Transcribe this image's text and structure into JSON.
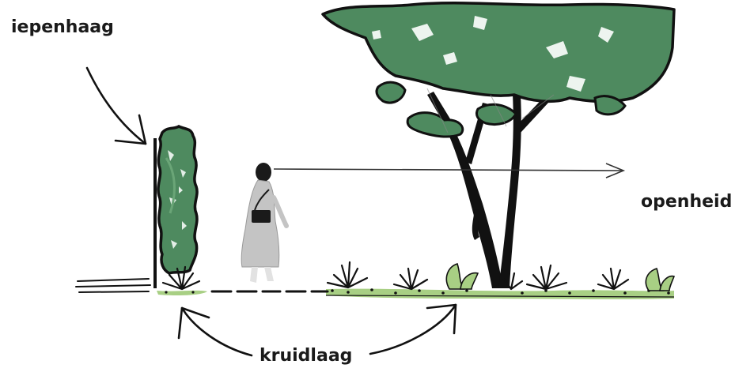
{
  "labels": {
    "hedge": "iepenhaag",
    "openness": "openheid",
    "herb_layer": "kruidlaag"
  },
  "colors": {
    "foliage": "#4e8a5f",
    "foliage_light": "#6aa577",
    "ground_green": "#a8cf84",
    "outline": "#111111",
    "person_coat": "#c4c4c4",
    "person_hair": "#1a1a1a",
    "text": "#1a1a1a"
  }
}
